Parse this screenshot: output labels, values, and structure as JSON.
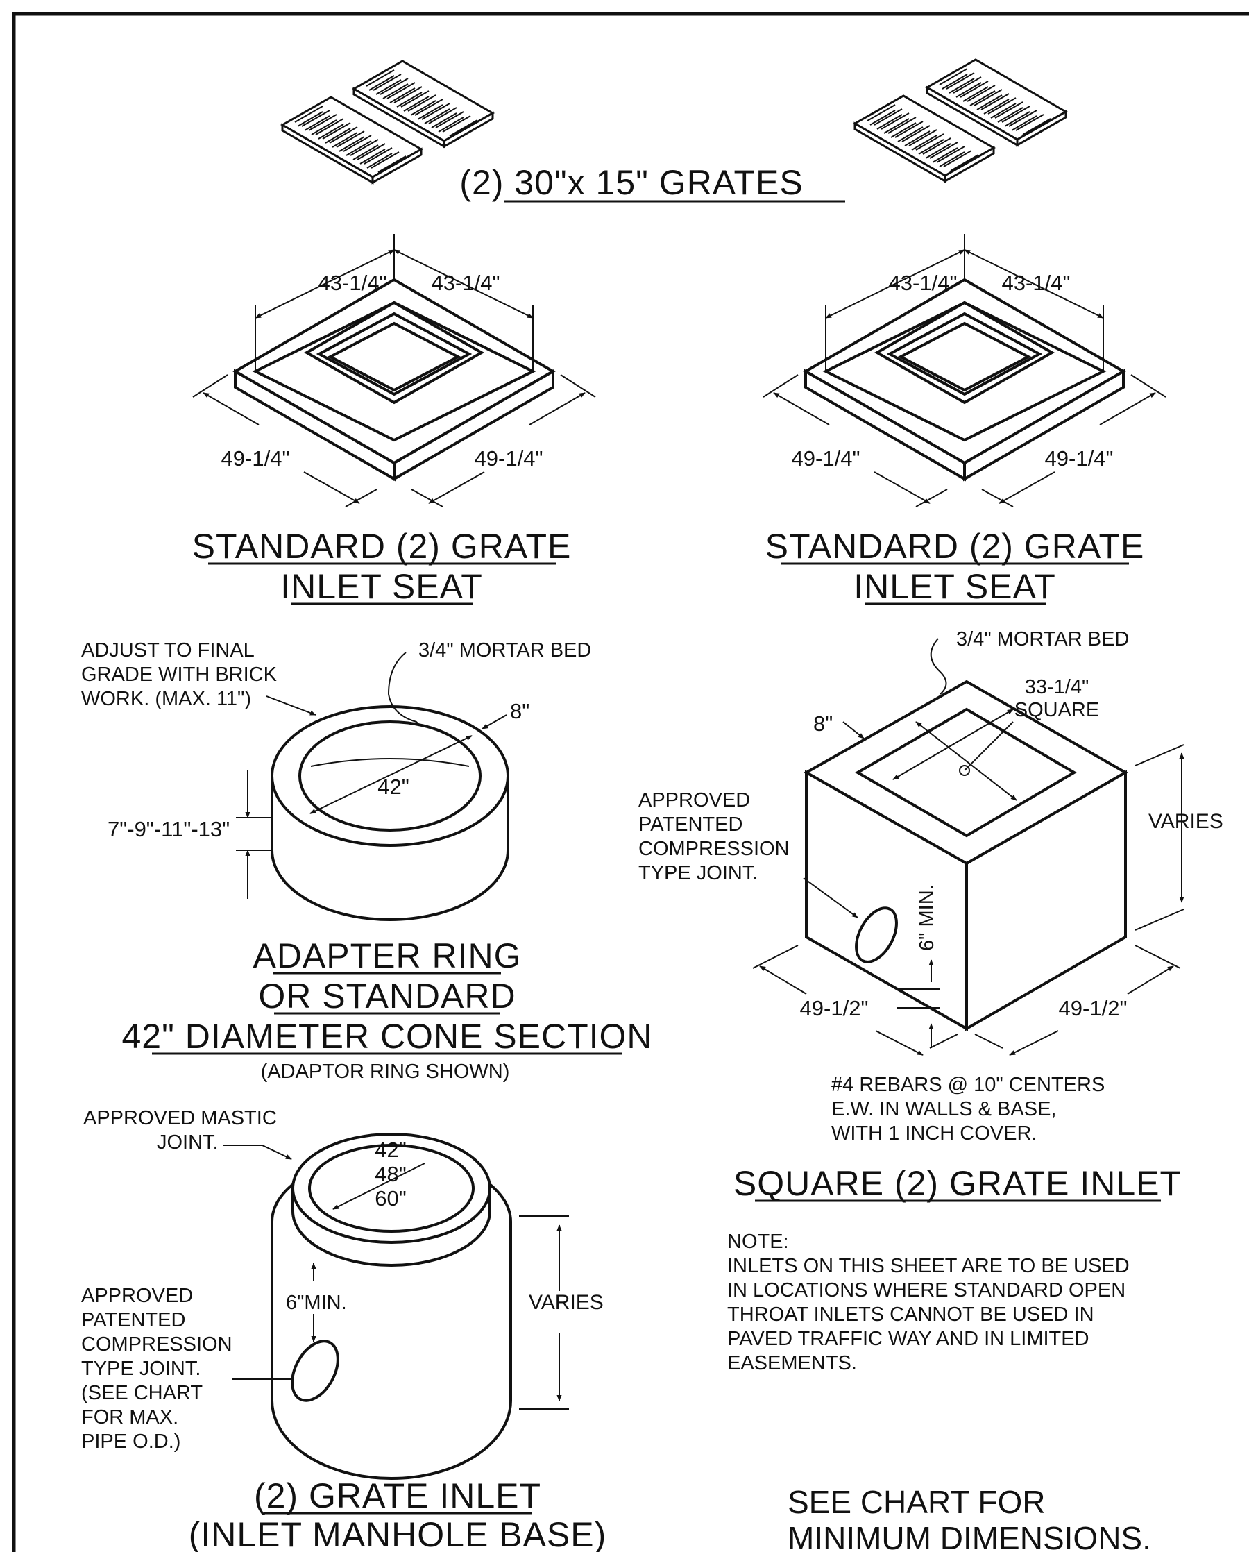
{
  "grates": {
    "title": "(2) 30\"x 15\" GRATES"
  },
  "seat_left": {
    "dim_top_left": "43-1/4\"",
    "dim_top_right": "43-1/4\"",
    "dim_bottom_left": "49-1/4\"",
    "dim_bottom_right": "49-1/4\"",
    "title_line1": "STANDARD (2) GRATE",
    "title_line2": "INLET SEAT"
  },
  "seat_right": {
    "dim_top_left": "43-1/4\"",
    "dim_top_right": "43-1/4\"",
    "dim_bottom_left": "49-1/4\"",
    "dim_bottom_right": "49-1/4\"",
    "title_line1": "STANDARD (2) GRATE",
    "title_line2": "INLET SEAT"
  },
  "adapter_ring": {
    "note_line1": "ADJUST TO FINAL",
    "note_line2": "GRADE WITH BRICK",
    "note_line3": "WORK. (MAX. 11\")",
    "mortar_bed": "3/4\" MORTAR BED",
    "wall": "8\"",
    "diameter": "42\"",
    "heights": "7\"-9\"-11\"-13\"",
    "title_line1": "ADAPTER RING",
    "title_line2": "OR STANDARD",
    "title_line3": "42\" DIAMETER CONE SECTION",
    "subtitle": "(ADAPTOR RING SHOWN)"
  },
  "square_inlet": {
    "mortar_bed": "3/4\" MORTAR BED",
    "opening_line1": "33-1/4\"",
    "opening_line2": "SQUARE",
    "wall": "8\"",
    "varies": "VARIES",
    "joint_line1": "APPROVED",
    "joint_line2": "PATENTED",
    "joint_line3": "COMPRESSION",
    "joint_line4": "TYPE JOINT.",
    "min_clear": "6\" MIN.",
    "dim_left": "49-1/2\"",
    "dim_right": "49-1/2\"",
    "rebar_line1": "#4 REBARS @ 10\" CENTERS",
    "rebar_line2": "E.W. IN WALLS & BASE,",
    "rebar_line3": "WITH 1 INCH COVER.",
    "title": "SQUARE (2) GRATE INLET"
  },
  "note": {
    "heading": "NOTE:",
    "line1": "INLETS ON THIS SHEET ARE TO BE USED",
    "line2": "IN LOCATIONS WHERE STANDARD OPEN",
    "line3": "THROAT INLETS CANNOT BE USED IN",
    "line4": "PAVED TRAFFIC WAY AND IN LIMITED",
    "line5": "EASEMENTS."
  },
  "manhole": {
    "mastic_line1": "APPROVED MASTIC",
    "mastic_line2": "JOINT.",
    "dia_1": "42\"",
    "dia_2": "48\"",
    "dia_3": "60\"",
    "min_clear": "6\"MIN.",
    "varies": "VARIES",
    "joint_line1": "APPROVED",
    "joint_line2": "PATENTED",
    "joint_line3": "COMPRESSION",
    "joint_line4": "TYPE JOINT.",
    "joint_line5": "(SEE CHART",
    "joint_line6": "FOR MAX.",
    "joint_line7": "PIPE O.D.)",
    "title_line1": "(2) GRATE INLET",
    "title_line2": "(INLET MANHOLE BASE)"
  },
  "footer": {
    "line1": "SEE CHART FOR",
    "line2": "MINIMUM DIMENSIONS."
  }
}
